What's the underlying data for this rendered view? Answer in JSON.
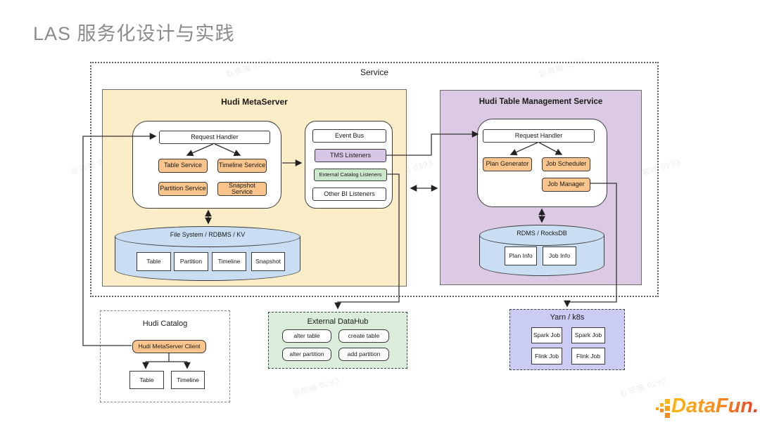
{
  "page_title": "LAS 服务化设计与实践",
  "watermark": {
    "text": "耿筱喵 0293"
  },
  "service": {
    "label": "Service",
    "metaserver": {
      "title": "Hudi MetaServer",
      "request_handler": "Request Handler",
      "services": [
        "Table Service",
        "Timeline Service",
        "Partition Service",
        "Snapshot Service"
      ],
      "listeners": [
        "Event Bus",
        "TMS Listeners",
        "External Catalog Listeners",
        "Other BI Listeners"
      ],
      "storage": {
        "title": "File System /  RDBMS /  KV",
        "items": [
          "Table",
          "Partition",
          "Timeline",
          "Snapshot"
        ]
      }
    },
    "tms": {
      "title": "Hudi Table Management Service",
      "request_handler": "Request Handler",
      "plan_generator": "Plan Generator",
      "job_scheduler": "Job Scheduler",
      "job_manager": "Job Manager",
      "storage": {
        "title": "RDMS / RocksDB",
        "items": [
          "Plan Info",
          "Job Info"
        ]
      }
    }
  },
  "hudi_catalog": {
    "title": "Hudi Catalog",
    "client": "Hudi MetaServer Client",
    "items": [
      "Table",
      "Timeline"
    ]
  },
  "external_datahub": {
    "title": "External DataHub",
    "items": [
      "alter table",
      "create table",
      "alter partition",
      "add partition"
    ]
  },
  "yarn_k8s": {
    "title": "Yarn / k8s",
    "items": [
      "Spark Job",
      "Spark Job",
      "Flink Job",
      "Flink Job"
    ]
  },
  "logo": {
    "text": "DataFun."
  },
  "colors": {
    "metaserver_bg": "#FBEDC7",
    "tms_bg": "#DCC9E3",
    "orange_node": "#F9C58C",
    "tms_listener": "#D8C6E7",
    "catalog_listener": "#CBE7CC",
    "cylinder": "#C9DDF3",
    "datahub_bg": "#D9EDDA",
    "yarn_bg": "#CBCCF3",
    "title_gray": "#8b8b8b",
    "logo_gradient_start": "#FDB515",
    "logo_gradient_end": "#EF3E23"
  }
}
